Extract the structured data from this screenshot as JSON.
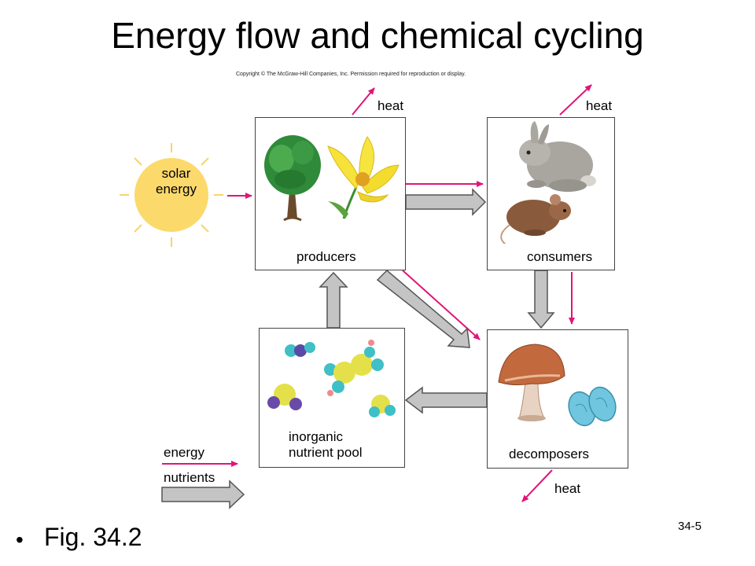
{
  "title": "Energy flow and chemical cycling",
  "copyright": "Copyright © The McGraw-Hill Companies, Inc. Permission required for reproduction or display.",
  "solar_energy": {
    "line1": "solar",
    "line2": "energy"
  },
  "boxes": {
    "producers": "producers",
    "consumers": "consumers",
    "pool_line1": "inorganic",
    "pool_line2": "nutrient pool",
    "decomposers": "decomposers"
  },
  "heat_labels": {
    "producers": "heat",
    "consumers": "heat",
    "decomposers": "heat"
  },
  "legend": {
    "energy": "energy",
    "nutrients": "nutrients"
  },
  "bullet": "Fig. 34.2",
  "slide_number": "34-5",
  "colors": {
    "energy_arrow": "#e0157a",
    "nutrient_arrow": "#bdbdbd",
    "sun": "#fcd96b",
    "sun_rays": "#f8d46a"
  }
}
